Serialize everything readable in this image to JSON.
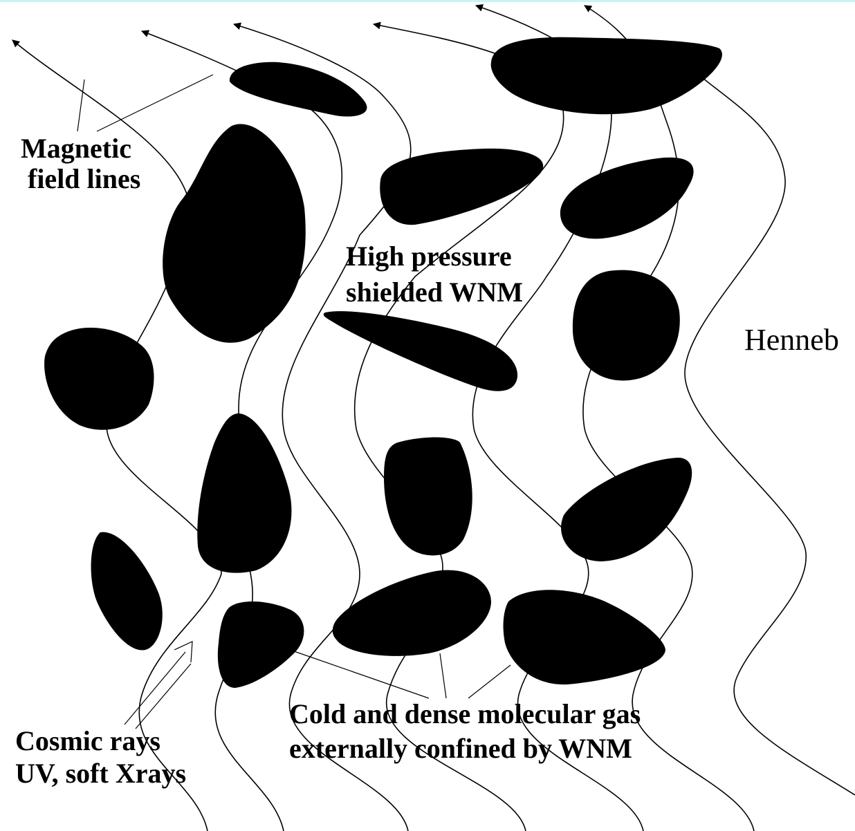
{
  "colors": {
    "background": "#ffffff",
    "ink": "#000000",
    "top_band": "#c8f4f8"
  },
  "labels": {
    "magnetic": [
      "Magnetic",
      "field lines"
    ],
    "high_pressure": [
      "High pressure",
      "shielded WNM"
    ],
    "cold_dense": [
      "Cold and dense molecular gas",
      "externally confined by WNM"
    ],
    "cosmic": [
      "Cosmic rays",
      "UV, soft Xrays"
    ],
    "side_note": "Henneb"
  }
}
